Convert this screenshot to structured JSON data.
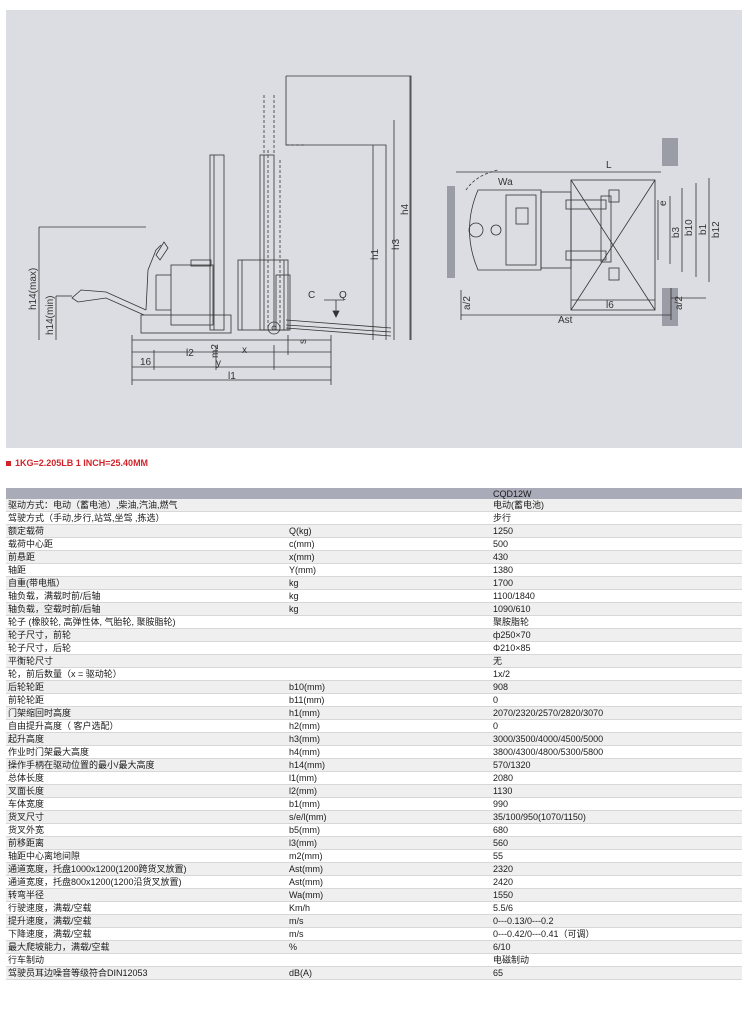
{
  "drawing": {
    "side_labels": {
      "h14max": "h14(max)",
      "h14min": "h14(min)",
      "l2": "l2",
      "m2": "m2",
      "x": "x",
      "y": "y",
      "l1": "l1",
      "s": "s",
      "c": "C",
      "q": "Q",
      "h1": "h1",
      "h3": "h3",
      "h4": "h4",
      "dim16": "16"
    },
    "top_labels": {
      "wa": "Wa",
      "l": "L",
      "e": "e",
      "b3": "b3",
      "b10": "b10",
      "b1": "b1",
      "b12": "b12",
      "a2_left": "a/2",
      "a2_right": "a/2",
      "l6": "l6",
      "ast": "Ast"
    }
  },
  "unit_note": "1KG=2.205LB   1 INCH=25.40MM",
  "table": {
    "header": [
      "",
      "",
      "CQD12W"
    ],
    "rows": [
      [
        "驱动方式：电动（蓄电池）,柴油,汽油,燃气",
        "",
        "电动(蓄电池)"
      ],
      [
        "驾驶方式（手动,步行,站驾,坐驾 ,拣选）",
        "",
        "步行"
      ],
      [
        "额定载荷",
        "Q(kg)",
        "1250"
      ],
      [
        "载荷中心距",
        "c(mm)",
        "500"
      ],
      [
        "前悬距",
        "x(mm)",
        "430"
      ],
      [
        "轴距",
        "Y(mm)",
        "1380"
      ],
      [
        "自重(带电瓶）",
        "kg",
        "1700"
      ],
      [
        "轴负载，满载时前/后轴",
        "kg",
        "1100/1840"
      ],
      [
        "轴负载，空载时前/后轴",
        "kg",
        "1090/610"
      ],
      [
        "轮子 (橡胶轮, 高弹性体, 气胎轮, 聚胺脂轮)",
        "",
        "聚胺脂轮"
      ],
      [
        "轮子尺寸，前轮",
        "",
        "ф250×70"
      ],
      [
        "轮子尺寸，后轮",
        "",
        "Φ210×85"
      ],
      [
        "平衡轮尺寸",
        "",
        "无"
      ],
      [
        "轮，前后数量（x = 驱动轮）",
        "",
        "1x/2"
      ],
      [
        "后轮轮距",
        "b10(mm)",
        "908"
      ],
      [
        "前轮轮距",
        "b11(mm)",
        "0"
      ],
      [
        "门架缩回时高度",
        "h1(mm)",
        "2070/2320/2570/2820/3070"
      ],
      [
        "自由提升高度（ 客户选配）",
        "h2(mm)",
        "0"
      ],
      [
        "起升高度",
        "h3(mm)",
        "3000/3500/4000/4500/5000"
      ],
      [
        "作业时门架最大高度",
        "h4(mm)",
        "3800/4300/4800/5300/5800"
      ],
      [
        "操作手柄在驱动位置的最小/最大高度",
        "h14(mm)",
        "570/1320"
      ],
      [
        "总体长度",
        "l1(mm)",
        "2080"
      ],
      [
        "叉面长度",
        "l2(mm)",
        "1130"
      ],
      [
        "车体宽度",
        "b1(mm)",
        "990"
      ],
      [
        "货叉尺寸",
        "s/e/l(mm)",
        "35/100/950(1070/1150)"
      ],
      [
        "货叉外宽",
        "b5(mm)",
        "680"
      ],
      [
        "前移距离",
        "l3(mm)",
        "560"
      ],
      [
        "轴距中心离地间隙",
        "m2(mm)",
        "55"
      ],
      [
        "通道宽度，托盘1000x1200(1200跨货叉放置)",
        "Ast(mm)",
        "2320"
      ],
      [
        "通道宽度，托盘800x1200(1200沿货叉放置)",
        "Ast(mm)",
        "2420"
      ],
      [
        "转弯半径",
        "Wa(mm)",
        "1550"
      ],
      [
        "行驶速度，满载/空载",
        "Km/h",
        "5.5/6"
      ],
      [
        "提升速度，满载/空载",
        "m/s",
        "0---0.13/0---0.2"
      ],
      [
        "下降速度，满载/空载",
        "m/s",
        "0---0.42/0---0.41（可调）"
      ],
      [
        "最大爬坡能力，满载/空载",
        "%",
        "6/10"
      ],
      [
        "行车制动",
        "",
        "电磁制动"
      ],
      [
        "驾驶员耳边噪音等级符合DIN12053",
        "dB(A)",
        "65"
      ]
    ]
  }
}
